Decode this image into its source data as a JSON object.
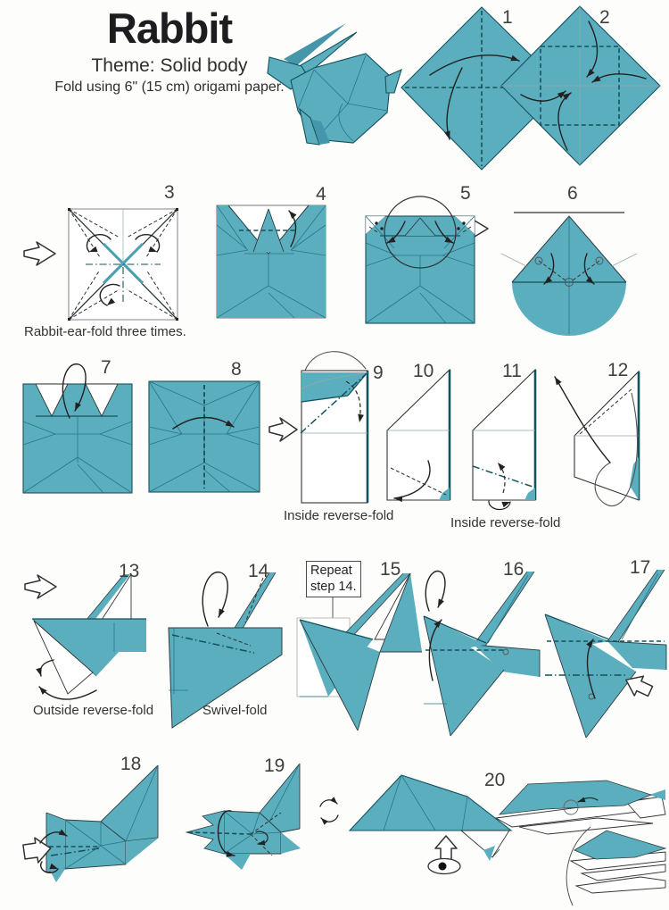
{
  "header": {
    "title": "Rabbit",
    "subtitle": "Theme: Solid body",
    "instruction": "Fold using 6\" (15 cm) origami paper."
  },
  "steps": {
    "n1": "1",
    "n2": "2",
    "n3": "3",
    "n4": "4",
    "n5": "5",
    "n6": "6",
    "n7": "7",
    "n8": "8",
    "n9": "9",
    "n10": "10",
    "n11": "11",
    "n12": "12",
    "n13": "13",
    "n14": "14",
    "n15": "15",
    "n16": "16",
    "n17": "17",
    "n18": "18",
    "n19": "19",
    "n20": "20"
  },
  "captions": {
    "rabbit_ear": "Rabbit-ear-fold three times.",
    "inside_reverse_1": "Inside reverse-fold",
    "inside_reverse_2": "Inside reverse-fold",
    "outside_reverse": "Outside reverse-fold",
    "swivel": "Swivel-fold",
    "repeat_note": "Repeat step 14."
  },
  "colors": {
    "paper": "#5aaebe",
    "paperDeep": "#4596aa",
    "edge": "#14525e",
    "crease": "#2a7585",
    "ink": "#2b2b2b",
    "label": "#3f3f3f"
  }
}
